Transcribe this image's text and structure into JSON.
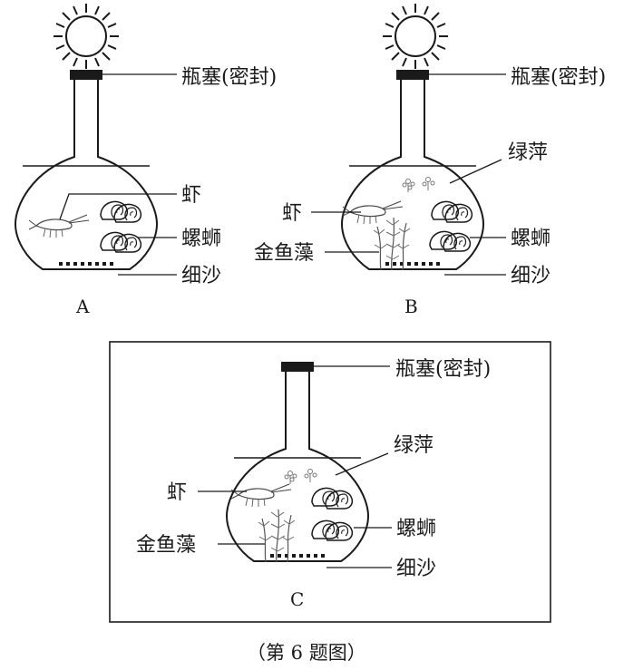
{
  "panels": {
    "a": {
      "letter": "A",
      "stopper": "瓶塞(密封)",
      "shrimp": "虾",
      "snail": "螺蛳",
      "sand": "细沙"
    },
    "b": {
      "letter": "B",
      "stopper": "瓶塞(密封)",
      "duckweed": "绿萍",
      "shrimp": "虾",
      "waterweed": "金鱼藻",
      "snail": "螺蛳",
      "sand": "细沙"
    },
    "c": {
      "letter": "C",
      "stopper": "瓶塞(密封)",
      "duckweed": "绿萍",
      "shrimp": "虾",
      "waterweed": "金鱼藻",
      "snail": "螺蛳",
      "sand": "细沙"
    }
  },
  "caption": "（第 6 题图）",
  "icons": {
    "sun": "sun-icon",
    "shrimp": "shrimp-icon",
    "snail": "snail-icon",
    "duckweed": "duckweed-icon",
    "waterweed": "waterweed-icon"
  }
}
